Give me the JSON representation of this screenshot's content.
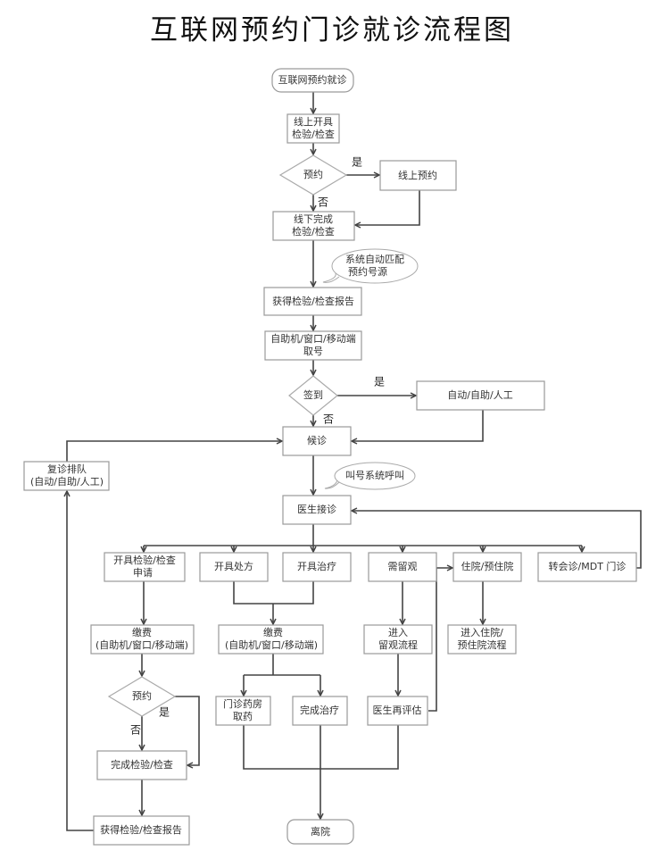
{
  "title": "互联网预约门诊就诊流程图",
  "nodes": {
    "start": "互联网预约就诊",
    "online_order": [
      "线上开具",
      "检验/检查"
    ],
    "decision_book1": "预约",
    "online_book": "线上预约",
    "offline_complete": [
      "线下完成",
      "检验/检查"
    ],
    "note_match": [
      "系统自动匹配",
      "预约号源"
    ],
    "get_report1": "获得检验/检查报告",
    "take_number": [
      "自助机/窗口/移动端",
      "取号"
    ],
    "decision_checkin": "签到",
    "checkin_methods": "自动/自助/人工",
    "waiting": "候诊",
    "revisit_queue": [
      "复诊排队",
      "(自动/自助/人工)"
    ],
    "note_call": "叫号系统呼叫",
    "doctor": "医生接诊",
    "order_exam": [
      "开具检验/检查",
      "申请"
    ],
    "prescription": "开具处方",
    "treatment": "开具治疗",
    "observation": "需留观",
    "hospitalize": "住院/预住院",
    "referral": "转会诊/MDT 门诊",
    "pay1": [
      "缴费",
      "(自助机/窗口/移动端)"
    ],
    "pay2": [
      "缴费",
      "(自助机/窗口/移动端)"
    ],
    "enter_observation": [
      "进入",
      "留观流程"
    ],
    "enter_hospital": [
      "进入住院/",
      "预住院流程"
    ],
    "decision_book2": "预约",
    "complete_exam": "完成检验/检查",
    "pharmacy": [
      "门诊药房",
      "取药"
    ],
    "complete_treatment": "完成治疗",
    "reassess": "医生再评估",
    "get_report2": "获得检验/检查报告",
    "discharge": "离院"
  },
  "labels": {
    "yes": "是",
    "no": "否"
  }
}
